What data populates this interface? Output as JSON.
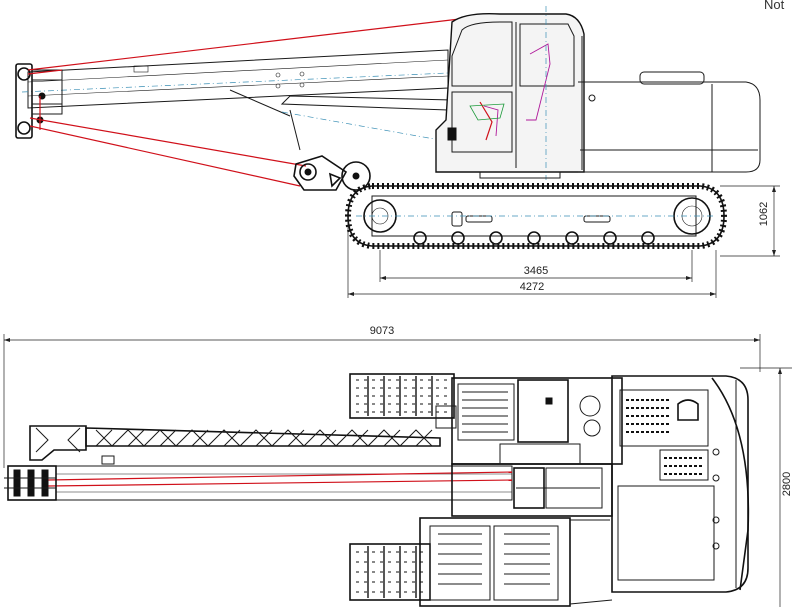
{
  "note": "Not",
  "dimensions": {
    "side_track_height": "1062",
    "side_tumbler_distance": "3465",
    "side_track_length": "4272",
    "top_overall_length": "9073",
    "top_overall_width": "2800"
  },
  "colors": {
    "lines": "#1a1a1a",
    "rope": "#d0101a",
    "centerline": "#3a8fb5",
    "detail_green": "#1c9a3a",
    "detail_magenta": "#b0189a"
  }
}
